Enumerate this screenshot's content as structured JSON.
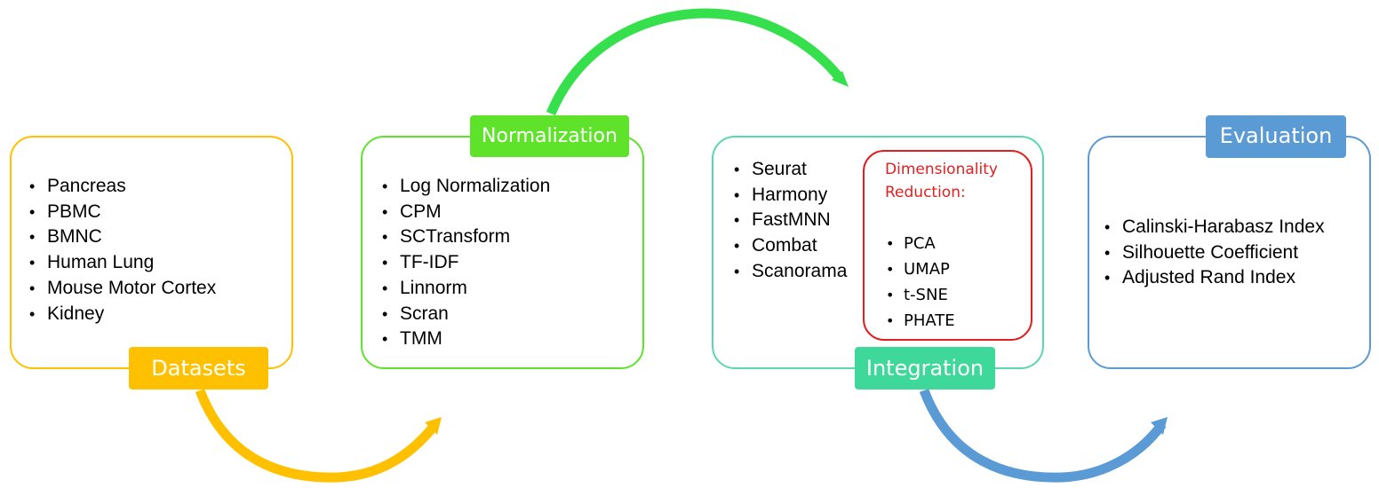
{
  "colors": {
    "datasets": "#FFC000",
    "normalization": "#5EE32A",
    "normalization_arrow": "#35E04C",
    "integration": "#3ED99A",
    "integration_border": "#5CD6B0",
    "evaluation": "#5B9BD5",
    "dimensionality": "#E02020"
  },
  "stages": {
    "datasets": {
      "label": "Datasets",
      "items": [
        "Pancreas",
        "PBMC",
        "BMNC",
        "Human Lung",
        "Mouse Motor Cortex",
        "Kidney"
      ]
    },
    "normalization": {
      "label": "Normalization",
      "items": [
        "Log Normalization",
        "CPM",
        "SCTransform",
        "TF-IDF",
        "Linnorm",
        "Scran",
        "TMM"
      ]
    },
    "integration": {
      "label": "Integration",
      "items": [
        "Seurat",
        "Harmony",
        "FastMNN",
        "Combat",
        "Scanorama"
      ],
      "dimensionality_reduction": {
        "title_line1": "Dimensionality",
        "title_line2": "Reduction:",
        "items": [
          "PCA",
          "UMAP",
          "t-SNE",
          "PHATE"
        ]
      }
    },
    "evaluation": {
      "label": "Evaluation",
      "items": [
        "Calinski-Harabasz Index",
        "Silhouette Coefficient",
        "Adjusted Rand Index"
      ]
    }
  },
  "flow": [
    {
      "from": "Datasets",
      "to": "Normalization"
    },
    {
      "from": "Normalization",
      "to": "Integration"
    },
    {
      "from": "Integration",
      "to": "Evaluation"
    }
  ]
}
